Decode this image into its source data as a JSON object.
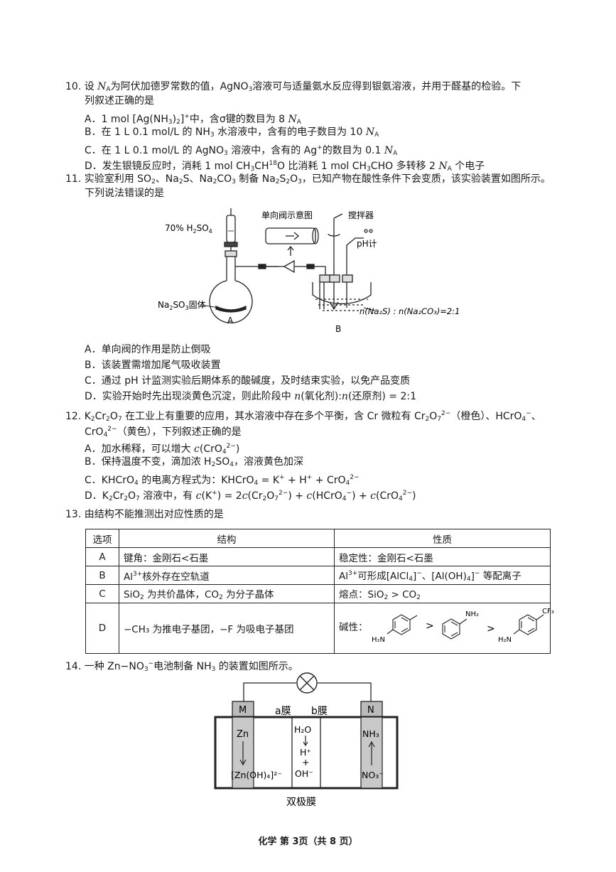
{
  "q10": {
    "number": "10.",
    "stem_a": "设",
    "na_symbol": "N",
    "na_sub": "A",
    "stem_b": "为阿伏加德罗常数的值，AgNO",
    "stem_b_sub": "3",
    "stem_c": "溶液可与适量氨水反应得到银氨溶液，并用于醛基的检验。下",
    "stem_line2": "列叙述正确的是",
    "optA_label": "A．",
    "optA_a": "1 mol [Ag(NH",
    "optA_sub1": "3",
    "optA_b": ")",
    "optA_sub2": "2",
    "optA_c": "]",
    "optA_sup": "+",
    "optA_d": "中，含σ键的数目为 8",
    "optB_label": "B．",
    "optB_a": "在 1 L 0.1 mol/L 的 NH",
    "optB_sub": "3",
    "optB_b": " 水溶液中，含有的电子数目为 10",
    "optC_label": "C．",
    "optC_a": "在 1 L 0.1 mol/L 的 AgNO",
    "optC_sub": "3",
    "optC_b": " 溶液中，含有的 Ag",
    "optC_sup": "+",
    "optC_c": "的数目为 0.1",
    "optD_label": "D．",
    "optD_a": "发生银镜反应时，消耗 1 mol CH",
    "optD_sub1": "3",
    "optD_b": "CH",
    "optD_sup": "18",
    "optD_c": "O 比消耗 1 mol CH",
    "optD_sub2": "3",
    "optD_d": "CHO 多转移 2",
    "optD_e": " 个电子"
  },
  "q11": {
    "number": "11.",
    "stem_a": "实验室利用 SO",
    "s1": "2",
    "stem_b": "、Na",
    "s2": "2",
    "stem_c": "S、Na",
    "s3": "2",
    "stem_d": "CO",
    "s4": "3",
    "stem_e": " 制备 Na",
    "s5": "2",
    "stem_f": "S",
    "s6": "2",
    "stem_g": "O",
    "s7": "3",
    "stem_h": "，已知产物在酸性条件下会变质，该实验装置如图所示。",
    "stem_line2": "下列说法错误的是",
    "figure": {
      "acid_label": "70% H",
      "acid_sub": "2",
      "acid_label2": "SO",
      "acid_sub2": "4",
      "valve_label": "单向阀示意图",
      "stirrer_label": "搅拌器",
      "ph_label": "pH计",
      "solid_label": "Na",
      "solid_sub": "2",
      "solid_label2": "SO",
      "solid_sub2": "3",
      "solid_label3": "固体",
      "label_A": "A",
      "label_B": "B",
      "ratio_label": "n(Na₂S) : n(Na₂CO₃)=2:1"
    },
    "optA": "A．单向阀的作用是防止倒吸",
    "optB": "B．该装置需增加尾气吸收装置",
    "optC": "C．通过 pH 计监测实验后期体系的酸碱度，及时结束实验，以免产品变质",
    "optD_a": "D．实验开始时先出现淡黄色沉淀，则此阶段中 ",
    "optD_n1": "n",
    "optD_b": "(氧化剂):",
    "optD_n2": "n",
    "optD_c": "(还原剂) = 2:1"
  },
  "q12": {
    "number": "12.",
    "stem_a": "K",
    "s1": "2",
    "stem_b": "Cr",
    "s2": "2",
    "stem_c": "O",
    "s3": "7",
    "stem_d": " 在工业上有重要的应用，其水溶液中存在多个平衡，含 Cr 微粒有 Cr",
    "s4": "2",
    "stem_e": "O",
    "s5": "7",
    "sup1": "2−",
    "stem_f": "（橙色）、HCrO",
    "s6": "4",
    "sup2": "−",
    "stem_g": "、",
    "line2_a": "CrO",
    "line2_s": "4",
    "line2_sup": "2−",
    "line2_b": "（黄色），下列叙述正确的是",
    "optA_a": "A．加水稀释，可以增大 ",
    "optA_c": "c",
    "optA_b": "(CrO",
    "optA_s": "4",
    "optA_sup": "2−",
    "optA_d": ")",
    "optB_a": "B．保持温度不变，滴加浓 H",
    "optB_s1": "2",
    "optB_b": "SO",
    "optB_s2": "4",
    "optB_c": "，溶液黄色加深",
    "optC_a": "C．KHCrO",
    "optC_s1": "4",
    "optC_b": " 的电离方程式为：KHCrO",
    "optC_s2": "4",
    "optC_c": " = K",
    "optC_sup1": "+",
    "optC_d": " + H",
    "optC_sup2": "+",
    "optC_e": " + CrO",
    "optC_s3": "4",
    "optC_sup3": "2−",
    "optD_a": "D．K",
    "optD_s1": "2",
    "optD_b": "Cr",
    "optD_s2": "2",
    "optD_c": "O",
    "optD_s3": "7",
    "optD_d": " 溶液中，有 ",
    "optD_e": "(K",
    "optD_sup1": "+",
    "optD_f": ") = 2",
    "optD_g": "(Cr",
    "optD_s4": "2",
    "optD_h": "O",
    "optD_s5": "7",
    "optD_sup2": "2−",
    "optD_i": ") + ",
    "optD_j": "(HCrO",
    "optD_s6": "4",
    "optD_sup3": "−",
    "optD_k": ") + ",
    "optD_l": "(CrO",
    "optD_s7": "4",
    "optD_sup4": "2−",
    "optD_m": ")",
    "c": "c"
  },
  "q13": {
    "number": "13.",
    "stem": "由结构不能推测出对应性质的是",
    "headers": [
      "选项",
      "结构",
      "性质"
    ],
    "rowA": {
      "opt": "A",
      "structure": "键角：金刚石<石墨",
      "property": "稳定性：金刚石<石墨"
    },
    "rowB": {
      "opt": "B",
      "structure_a": "Al",
      "structure_sup": "3+",
      "structure_b": "核外存在空轨道",
      "property_a": "Al",
      "property_sup": "3+",
      "property_b": "可形成[AlCl",
      "property_s1": "4",
      "property_c": "]",
      "property_sup2": "−",
      "property_d": "、[Al(OH)",
      "property_s2": "4",
      "property_e": "]",
      "property_sup3": "−",
      "property_f": " 等配离子"
    },
    "rowC": {
      "opt": "C",
      "structure_a": "SiO",
      "structure_s1": "2",
      "structure_b": " 为共价晶体，CO",
      "structure_s2": "2",
      "structure_c": " 为分子晶体",
      "property_a": "熔点：SiO",
      "property_s1": "2",
      "property_b": " > CO",
      "property_s2": "2"
    },
    "rowD": {
      "opt": "D",
      "structure": "−CH₃ 为推电子基团，−F 为吸电子基团",
      "property_label": "碱性：",
      "m1_sub": "H₂N",
      "gt": ">",
      "m2_sub": "NH₂",
      "m3_sub": "H₂N",
      "m3_group": "CF₃"
    }
  },
  "q14": {
    "number": "14.",
    "stem_a": "一种 Zn−NO",
    "stem_sub": "3",
    "stem_sup": "−",
    "stem_b": "电池制备 NH",
    "stem_sub2": "3",
    "stem_c": " 的装置如图所示。",
    "figure": {
      "electrode_M": "M",
      "electrode_N": "N",
      "membrane_a": "a膜",
      "membrane_b": "b膜",
      "zn": "Zn",
      "zincate": "[Zn(OH)₄]²⁻",
      "water": "H₂O",
      "hplus": "H⁺",
      "plus": "+",
      "ohminus": "OH⁻",
      "nh3": "NH₃",
      "no3": "NO₃⁻",
      "bipolar": "双极膜"
    }
  },
  "footer": "化学  第 3页（共 8 页）"
}
